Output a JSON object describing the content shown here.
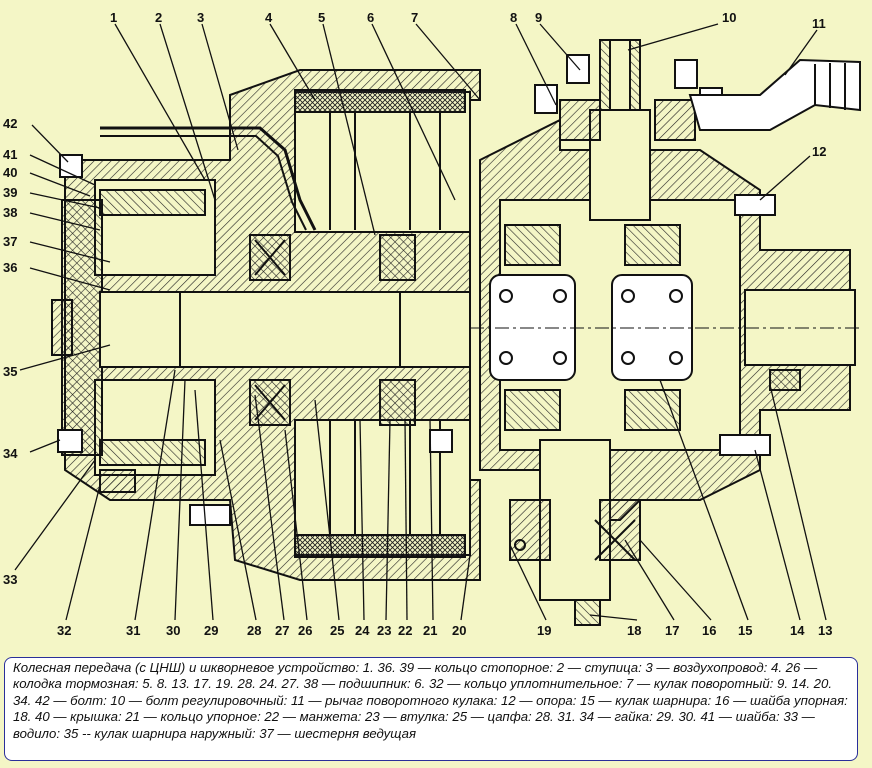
{
  "caption": "Колесная передача (с ЦНШ) и шкворневое устройство: 1. 36. 39 — кольцо стопорное: 2 — ступица: 3 — воздухопровод: 4. 26 — колодка тормозная: 5. 8. 13. 17. 19. 28. 24. 27. 38 — подшипник: 6. 32 — кольцо уплотнительное: 7 — кулак поворотный: 9. 14. 20. 34. 42 — болт: 10 — болт регулировочный: 11 — рычаг поворотного кулака: 12 — опора: 15 — кулак шарнира: 16 — шайба упорная: 18. 40 — крышка: 21 — кольцо упорное: 22 — манжета: 23 — втулка: 25 — цапфа: 28. 31. 34 — гайка: 29. 30. 41 — шайба: 33 — водило: 35 -- кулак шарнира наружный: 37 — шестерня ведущая",
  "callouts": {
    "n1": "1",
    "n2": "2",
    "n3": "3",
    "n4": "4",
    "n5": "5",
    "n6": "6",
    "n7": "7",
    "n8": "8",
    "n9": "9",
    "n10": "10",
    "n11": "11",
    "n12": "12",
    "n13": "13",
    "n14": "14",
    "n15": "15",
    "n16": "16",
    "n17": "17",
    "n18": "18",
    "n19": "19",
    "n20": "20",
    "n21": "21",
    "n22": "22",
    "n23": "23",
    "n24": "24",
    "n25": "25",
    "n26": "26",
    "n27": "27",
    "n28": "28",
    "n29": "29",
    "n30": "30",
    "n31": "31",
    "n32": "32",
    "n33": "33",
    "n34": "34",
    "n35": "35",
    "n36": "36",
    "n37": "37",
    "n38": "38",
    "n39": "39",
    "n40": "40",
    "n41": "41",
    "n42": "42"
  },
  "colors": {
    "background": "#f4f6c6",
    "caption_border": "#2a2f9a",
    "ink": "#111111"
  }
}
